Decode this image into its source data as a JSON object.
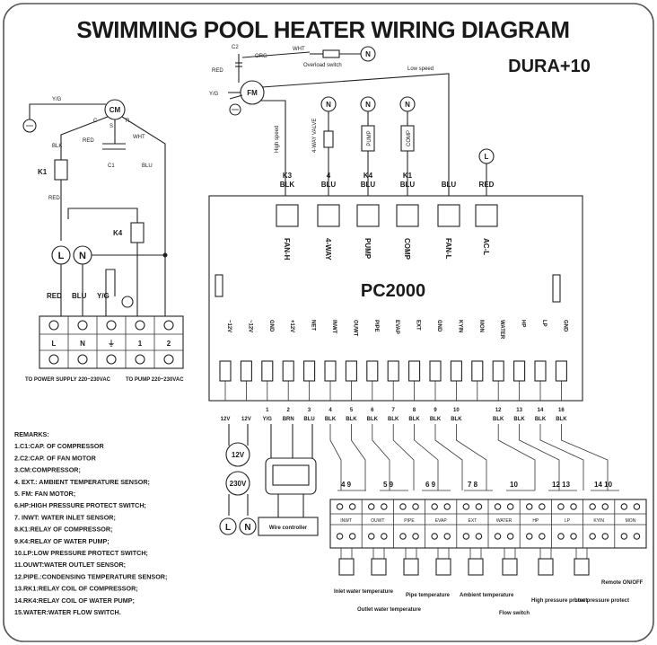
{
  "title": "SWIMMING POOL HEATER WIRING DIAGRAM",
  "model": "DURA+10",
  "board": "PC2000",
  "fan_motor": {
    "label": "FM",
    "wire_labels": [
      "C2",
      "ORG",
      "RED",
      "Y/G",
      "WHT",
      "Low speed",
      "High speed"
    ],
    "switch_label": "Overload switch",
    "neutral": "N"
  },
  "compressor": {
    "label": "CM",
    "terminals": [
      "C",
      "S",
      "R"
    ],
    "wire_labels": [
      "Y/G",
      "BLK",
      "RED",
      "WHT",
      "C1",
      "BLU"
    ],
    "relay": "K1",
    "relay_wire": "RED",
    "pump_relay": "K4"
  },
  "outputs": [
    {
      "pin": "K3",
      "color": "BLK",
      "label": "FAN-H",
      "load": "",
      "neutral": ""
    },
    {
      "pin": "4",
      "color": "BLU",
      "label": "4-WAY",
      "load": "4-WAY VALVE",
      "neutral": "N"
    },
    {
      "pin": "K4",
      "color": "BLU",
      "label": "PUMP",
      "load": "PUMP",
      "neutral": "N"
    },
    {
      "pin": "K1",
      "color": "BLU",
      "label": "COMP",
      "load": "COMP",
      "neutral": "N"
    },
    {
      "pin": "",
      "color": "BLU",
      "label": "FAN-L",
      "load": "",
      "neutral": ""
    },
    {
      "pin": "",
      "color": "RED",
      "label": "AC-L",
      "load": "",
      "neutral": "L"
    }
  ],
  "power_terminal": {
    "wire_labels": [
      "RED",
      "BLU",
      "Y/G"
    ],
    "row": [
      "L",
      "N",
      "⏚",
      "1",
      "2"
    ],
    "caption_left": "TO POWER SUPPLY 220~230VAC",
    "caption_right": "TO PUMP 220~230VAC",
    "supply": [
      "L",
      "N"
    ]
  },
  "inputs": [
    {
      "label": "~12V",
      "num": "",
      "color": "12V"
    },
    {
      "label": "~12V",
      "num": "",
      "color": "12V"
    },
    {
      "label": "GND",
      "num": "1",
      "color": "Y/G"
    },
    {
      "label": "+12V",
      "num": "2",
      "color": "BRN"
    },
    {
      "label": "NET",
      "num": "3",
      "color": "BLU"
    },
    {
      "label": "INWT",
      "num": "4",
      "color": "BLK"
    },
    {
      "label": "OUWT",
      "num": "5",
      "color": "BLK"
    },
    {
      "label": "PIPE",
      "num": "6",
      "color": "BLK"
    },
    {
      "label": "EVAP",
      "num": "7",
      "color": "BLK"
    },
    {
      "label": "EXT",
      "num": "8",
      "color": "BLK"
    },
    {
      "label": "GND",
      "num": "9",
      "color": "BLK"
    },
    {
      "label": "KYIN",
      "num": "10",
      "color": "BLK"
    },
    {
      "label": "MON",
      "num": "",
      "color": ""
    },
    {
      "label": "WATER",
      "num": "12",
      "color": "BLK"
    },
    {
      "label": "HP",
      "num": "13",
      "color": "BLK"
    },
    {
      "label": "LP",
      "num": "14",
      "color": "BLK"
    },
    {
      "label": "GND",
      "num": "16",
      "color": "BLK"
    }
  ],
  "transformer": [
    "12V",
    "230V"
  ],
  "wire_controller": "Wire controller",
  "sensor_block": {
    "groups": [
      "4 9",
      "5 9",
      "6 9",
      "7 8",
      "10",
      "12 13",
      "14 10"
    ],
    "row": [
      "INWT",
      "OUWT",
      "PIPE",
      "EVAP",
      "EXT",
      "WATER",
      "HP",
      "LP",
      "KYIN",
      "MON"
    ],
    "captions": [
      "Inlet water temperature",
      "Outlet water temperature",
      "Pipe temperature",
      "Ambient temperature",
      "Flow switch",
      "High pressure protect",
      "Low pressure protect",
      "Remote ON/OFF"
    ]
  },
  "remarks": [
    "REMARKS:",
    "1.C1:CAP. OF COMPRESSOR",
    "2.C2:CAP. OF FAN MOTOR",
    "3.CM:COMPRESSOR;",
    "4. EXT.: AMBIENT TEMPERATURE SENSOR;",
    "5. FM: FAN MOTOR;",
    "6.HP:HIGH PRESSURE PROTECT SWITCH;",
    "7. INWT: WATER INLET SENSOR;",
    "8.K1:RELAY OF COMPRESSOR;",
    "9.K4:RELAY OF WATER PUMP;",
    "10.LP:LOW PRESSURE PROTECT SWITCH;",
    "11.OUWT:WATER OUTLET SENSOR;",
    "12.PIPE.:CONDENSING TEMPERATURE SENSOR;",
    "13.RK1:RELAY COIL OF COMPRESSOR;",
    "14.RK4:RELAY COIL OF WATER PUMP;",
    "15.WATER:WATER FLOW SWITCH."
  ]
}
